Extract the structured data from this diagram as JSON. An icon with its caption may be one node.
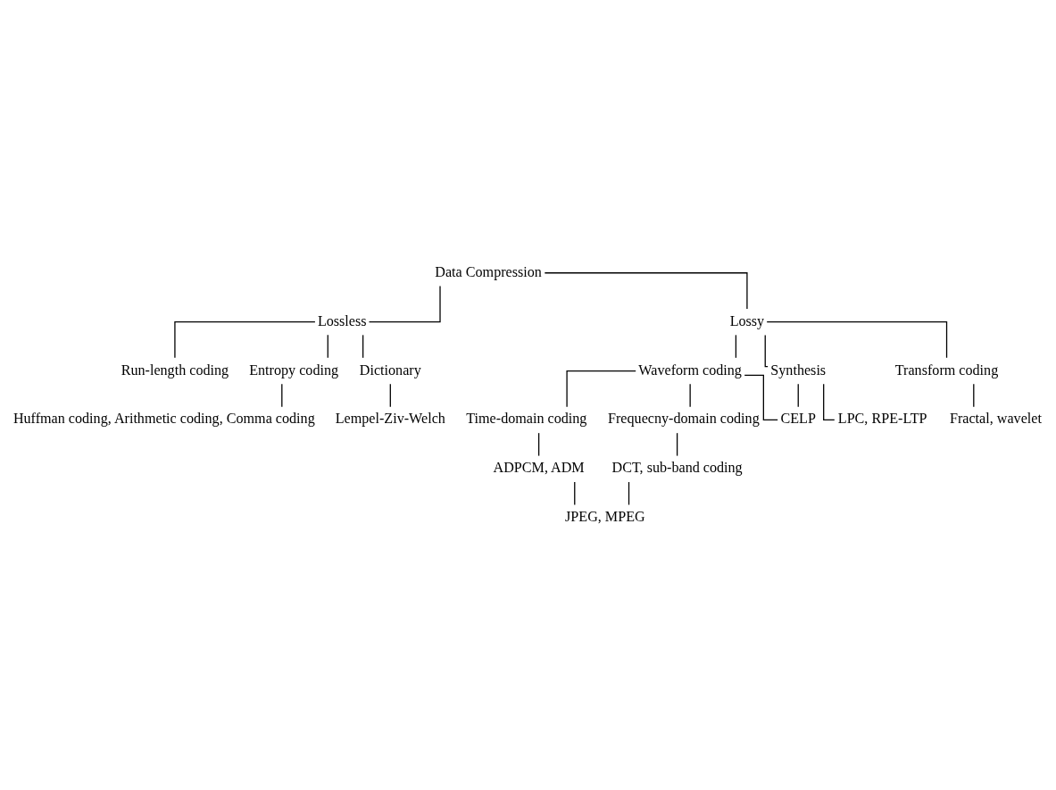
{
  "diagram": {
    "nodes": [
      {
        "text": [
          "Data Compression"
        ]
      },
      {
        "text": [
          "Lossless"
        ]
      },
      {
        "text": [
          "Lossy"
        ]
      },
      {
        "text": [
          "Run-length coding"
        ]
      },
      {
        "text": [
          "Entropy coding"
        ]
      },
      {
        "text": [
          "Dictionary"
        ]
      },
      {
        "text": [
          "Huffman coding, Arithmetic coding, Comma coding"
        ]
      },
      {
        "text": [
          "Lempel-Ziv-Welch"
        ]
      },
      {
        "text": [
          "Waveform coding"
        ]
      },
      {
        "text": [
          "Synthesis"
        ]
      },
      {
        "text": [
          "Transform coding"
        ]
      },
      {
        "text": [
          "CELP"
        ]
      },
      {
        "text": [
          "LPC, RPE-LTP"
        ]
      },
      {
        "text": [
          "Fractal, wavelet"
        ]
      },
      {
        "text": [
          "Time-domain coding"
        ]
      },
      {
        "text": [
          "Frequecny-domain coding"
        ]
      },
      {
        "text": [
          "ADPCM, ADM"
        ]
      },
      {
        "text": [
          "DCT, sub-band coding"
        ]
      },
      {
        "text": [
          "JPEG, MPEG"
        ]
      }
    ],
    "edges": [
      {
        "from": 0,
        "to": 1,
        "arrow": "none"
      },
      {
        "from": 0,
        "to": 2,
        "arrow": "none"
      },
      {
        "from": 1,
        "to": 3,
        "arrow": "none"
      },
      {
        "from": 1,
        "to": 4,
        "arrow": "none"
      },
      {
        "from": 1,
        "to": 5,
        "arrow": "none"
      },
      {
        "from": 4,
        "to": 6,
        "arrow": "none"
      },
      {
        "from": 5,
        "to": 7,
        "arrow": "none"
      },
      {
        "from": 2,
        "to": 8,
        "arrow": "none"
      },
      {
        "from": 2,
        "to": 9,
        "arrow": "none"
      },
      {
        "from": 2,
        "to": 10,
        "arrow": "none"
      },
      {
        "from": 8,
        "to": 11,
        "arrow": "none"
      },
      {
        "from": 9,
        "to": 11,
        "arrow": "none"
      },
      {
        "from": 9,
        "to": 12,
        "arrow": "none"
      },
      {
        "from": 10,
        "to": 13,
        "arrow": "none"
      },
      {
        "from": 8,
        "to": 14,
        "arrow": "none"
      },
      {
        "from": 8,
        "to": 15,
        "arrow": "none"
      },
      {
        "from": 14,
        "to": 16,
        "arrow": "none"
      },
      {
        "from": 15,
        "to": 17,
        "arrow": "none"
      },
      {
        "from": 16,
        "to": 18,
        "arrow": "none"
      },
      {
        "from": 17,
        "to": 18,
        "arrow": "none"
      }
    ]
  }
}
